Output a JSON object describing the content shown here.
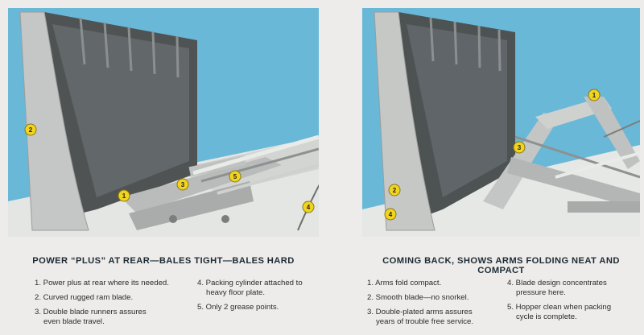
{
  "left": {
    "caption": "POWER “PLUS” AT REAR—BALES TIGHT—BALES HARD",
    "badges": [
      "1",
      "2",
      "3",
      "4",
      "5"
    ],
    "col1": [
      {
        "l1": "1. Power plus at rear where its needed.",
        "l2": ""
      },
      {
        "l1": "2. Curved rugged ram blade.",
        "l2": ""
      },
      {
        "l1": "3. Double blade runners assures",
        "l2": "even blade travel."
      }
    ],
    "col2": [
      {
        "l1": "4. Packing cylinder attached to",
        "l2": "heavy floor plate."
      },
      {
        "l1": "5. Only 2 grease points.",
        "l2": ""
      }
    ]
  },
  "right": {
    "caption": "COMING BACK, SHOWS ARMS FOLDING NEAT AND COMPACT",
    "badges": [
      "1",
      "2",
      "3",
      "4"
    ],
    "col1": [
      {
        "l1": "1. Arms fold compact.",
        "l2": ""
      },
      {
        "l1": "2. Smooth blade—no snorkel.",
        "l2": ""
      },
      {
        "l1": "3. Double-plated arms assures",
        "l2": "years of trouble free service."
      }
    ],
    "col2": [
      {
        "l1": "4. Blade design concentrates",
        "l2": "pressure here."
      },
      {
        "l1": "5. Hopper clean when packing",
        "l2": "cycle is complete."
      }
    ]
  },
  "colors": {
    "sky": "#69b8d7",
    "metal": "#c9cbc9",
    "dark_metal": "#5c5f60",
    "badge": "#f2d41e",
    "page": "#edecea"
  }
}
